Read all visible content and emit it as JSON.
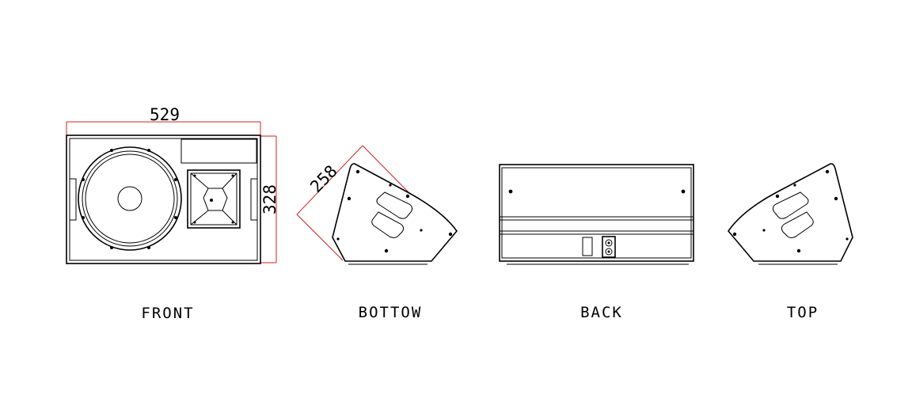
{
  "views": {
    "front": {
      "label": "FRONT",
      "width_dim": "529",
      "height_dim": "328"
    },
    "bottom": {
      "label": "BOTTOW",
      "angle_dim": "258"
    },
    "back": {
      "label": "BACK"
    },
    "top": {
      "label": "TOP"
    }
  },
  "colors": {
    "line": "#000000",
    "dimension": "#d42020",
    "background": "#ffffff"
  }
}
